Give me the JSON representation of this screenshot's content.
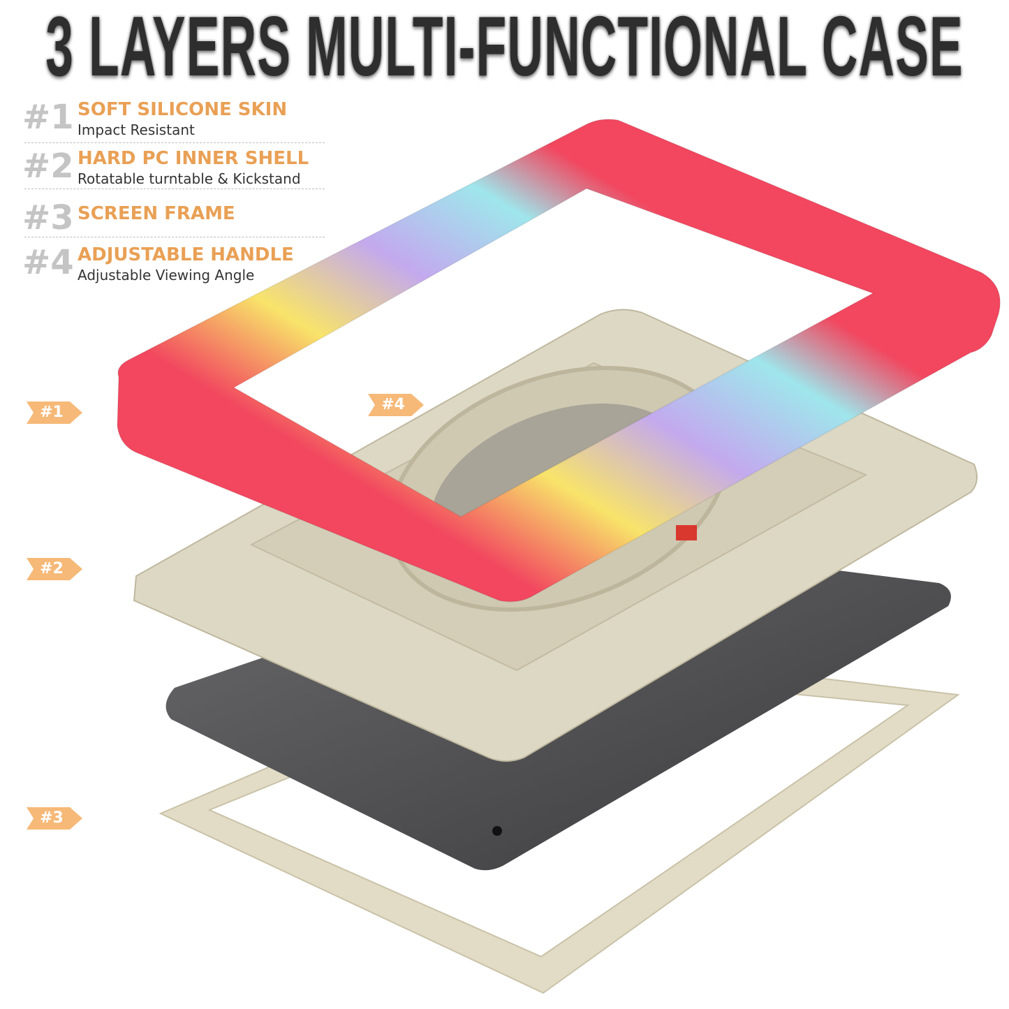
{
  "title": "3 LAYERS MULTI-FUNCTIONAL CASE",
  "features": [
    {
      "number": "#1",
      "heading": "SOFT SILICONE SKIN",
      "subtitle": "Impact Resistant"
    },
    {
      "number": "#2",
      "heading": "HARD PC INNER SHELL",
      "subtitle": "Rotatable turntable & Kickstand"
    },
    {
      "number": "#3",
      "heading": "SCREEN FRAME",
      "subtitle": ""
    },
    {
      "number": "#4",
      "heading": "ADJUSTABLE HANDLE",
      "subtitle": "Adjustable Viewing Angle"
    }
  ],
  "tags": [
    "#1",
    "#2",
    "#3",
    "#4"
  ],
  "colors": {
    "heading": "#e9a055",
    "number": "#c4c4c4",
    "tag": "#f6b978",
    "shell": "#ddd8c4",
    "tablet": "#4a4a4c",
    "skin_red": "#f2475f",
    "skin_yellow": "#f8e46a",
    "skin_lavender": "#c3a9ee",
    "skin_cyan": "#9fe6ec"
  }
}
